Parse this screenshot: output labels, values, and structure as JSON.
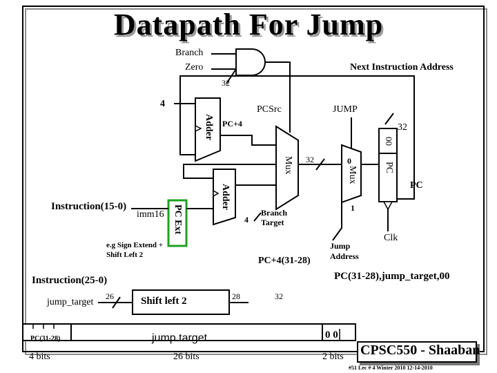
{
  "slide": {
    "title": "Datapath For Jump",
    "footer_title": "CPSC550 - Shaaban",
    "footer_meta": "#51   Lec # 4   Winter 2010   12-14-2010"
  },
  "gate": {
    "branch_label": "Branch",
    "zero_label": "Zero"
  },
  "labels": {
    "next_instruction_address": "Next Instruction Address",
    "bus_32_top": "32",
    "const_4": "4",
    "pcsrc": "PCSrc",
    "jump": "JUMP",
    "pc_plus_4": "PC+4",
    "bus_32_right": "32",
    "bits_00_vertical": "00",
    "bus_32_mid": "32",
    "mux_input_0": "0",
    "mux_input_1": "1",
    "pc_out": "PC",
    "instruction_15_0": "Instruction(15-0)",
    "imm16": "imm16",
    "const_4_lower": "4",
    "branch_target": "Branch Target",
    "clk": "Clk",
    "sign_extend_note": "e.g Sign Extend + Shift Left 2",
    "pc_plus_4_31_28": "PC+4(31-28)",
    "jump_address": "Jump Address",
    "jump_address_formula": "PC(31-28),jump_target,00",
    "instruction_25_0": "Instruction(25-0)",
    "jump_target_in": "jump_target",
    "bus_26": "26",
    "bus_28": "28",
    "bus_32_bottom": "32"
  },
  "blocks": {
    "adder_top": "Adder",
    "adder_bottom": "Adder",
    "mux_left": "Mux",
    "mux_right": "Mux",
    "pc_register": "PC",
    "pc_ext": "PC Ext",
    "shift_left_2": "Shift left 2"
  },
  "address_bar": {
    "pc_field": "PC(31-28)",
    "pc_bits": "4 bits",
    "target_field": "jump target",
    "target_bits": "26 bits",
    "zero_field": "0 0",
    "zero_bits": "2 bits"
  },
  "colors": {
    "pc_ext_border": "#1fa01f",
    "title_shadow": "#9a9a9a"
  }
}
